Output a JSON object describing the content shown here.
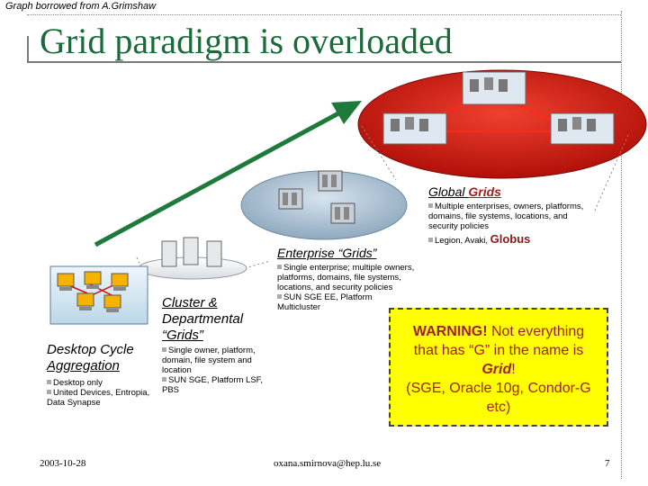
{
  "credit": "Graph borrowed from A.Grimshaw",
  "title": "Grid paradigm is overloaded",
  "global": {
    "label_prefix": "Global ",
    "label_accent": "Grids",
    "bullets": [
      "Multiple enterprises, owners, platforms, domains, file systems, locations, and security policies"
    ],
    "bullet2_prefix": "Legion, Avaki, ",
    "bullet2_accent": "Globus"
  },
  "enterprise": {
    "label": "Enterprise “Grids”",
    "bullets": [
      "Single enterprise; multiple owners, platforms, domains, file systems, locations, and security policies",
      "SUN SGE EE, Platform Multicluster"
    ]
  },
  "cluster": {
    "label_line1": "Cluster &",
    "label_line2": "Departmental",
    "label_line3": "“Grids”",
    "bullets": [
      "Single owner, platform, domain, file system and location",
      "SUN SGE, Platform LSF, PBS"
    ]
  },
  "desktop": {
    "label_line1": "Desktop Cycle",
    "label_line2": "Aggregation",
    "bullets": [
      "Desktop only",
      "United Devices, Entropia, Data Synapse"
    ]
  },
  "warning": {
    "bold": "WARNING!",
    "line1_rest": " Not everything",
    "line2": "that has “G” in the name is",
    "line3_bold": "Grid",
    "line3_rest": "!",
    "line4": "(SGE, Oracle 10g, Condor-G",
    "line5": "etc)"
  },
  "footer": {
    "date": "2003-10-28",
    "email": "oxana.smirnova@hep.lu.se",
    "page": "7"
  },
  "colors": {
    "title": "#1b6b3a",
    "arrow": "#1e7a3a",
    "global_ellipse": "#c8190f",
    "enterprise_ellipse": "#9fb6c9",
    "accent": "#a02020",
    "warning_bg": "#ffff00"
  }
}
